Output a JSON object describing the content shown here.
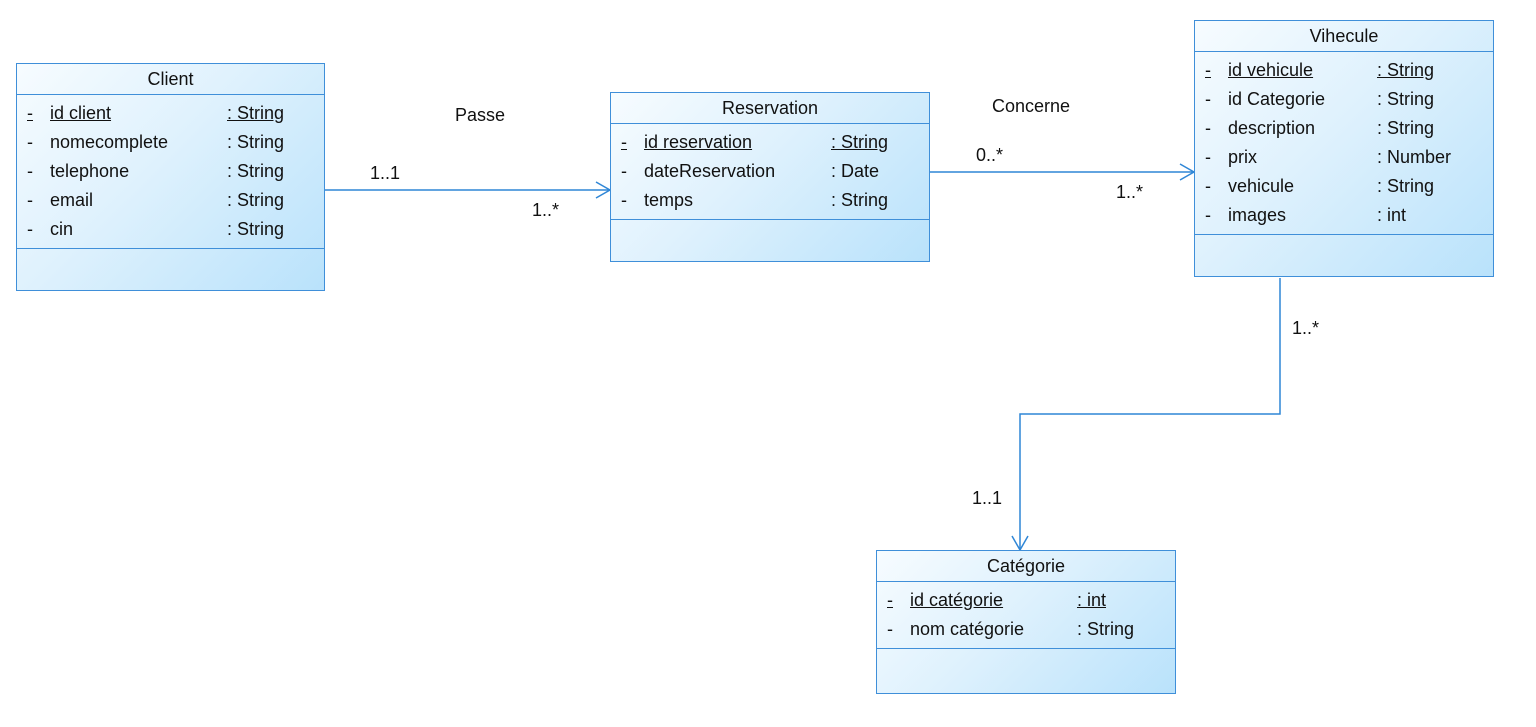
{
  "classes": {
    "client": {
      "name": "Client",
      "attributes": [
        {
          "visibility": "-",
          "name": "id client",
          "type": ": String",
          "key": true
        },
        {
          "visibility": "-",
          "name": "nomecomplete",
          "type": ": String",
          "key": false
        },
        {
          "visibility": "-",
          "name": "telephone",
          "type": ": String",
          "key": false
        },
        {
          "visibility": "-",
          "name": "email",
          "type": ": String",
          "key": false
        },
        {
          "visibility": "-",
          "name": "cin",
          "type": ": String",
          "key": false
        }
      ]
    },
    "reservation": {
      "name": "Reservation",
      "attributes": [
        {
          "visibility": "-",
          "name": "id reservation",
          "type": ": String",
          "key": true
        },
        {
          "visibility": "-",
          "name": "dateReservation",
          "type": ": Date",
          "key": false
        },
        {
          "visibility": "-",
          "name": "temps",
          "type": ": String",
          "key": false
        }
      ]
    },
    "vihecule": {
      "name": "Vihecule",
      "attributes": [
        {
          "visibility": "-",
          "name": "id vehicule",
          "type": ": String",
          "key": true
        },
        {
          "visibility": "-",
          "name": "id Categorie",
          "type": ": String",
          "key": false
        },
        {
          "visibility": "-",
          "name": "description",
          "type": ": String",
          "key": false
        },
        {
          "visibility": "-",
          "name": "prix",
          "type": ": Number",
          "key": false
        },
        {
          "visibility": "-",
          "name": "vehicule",
          "type": ": String",
          "key": false
        },
        {
          "visibility": "-",
          "name": "images",
          "type": ": int",
          "key": false
        }
      ]
    },
    "categorie": {
      "name": "Catégorie",
      "attributes": [
        {
          "visibility": "-",
          "name": "id catégorie",
          "type": ": int",
          "key": true
        },
        {
          "visibility": "-",
          "name": "nom catégorie",
          "type": ": String",
          "key": false
        }
      ]
    }
  },
  "associations": {
    "passe": {
      "label": "Passe",
      "source_multiplicity": "1..1",
      "target_multiplicity": "1..*"
    },
    "concerne": {
      "label": "Concerne",
      "source_multiplicity": "0..*",
      "target_multiplicity": "1..*"
    },
    "categorisation": {
      "source_multiplicity": "1..*",
      "target_multiplicity": "1..1"
    }
  },
  "colors": {
    "border": "#3f8fd9",
    "line": "#2f86d6",
    "fill_light": "#f7fcff",
    "fill_dark": "#b9e2fb",
    "text": "#111111"
  }
}
